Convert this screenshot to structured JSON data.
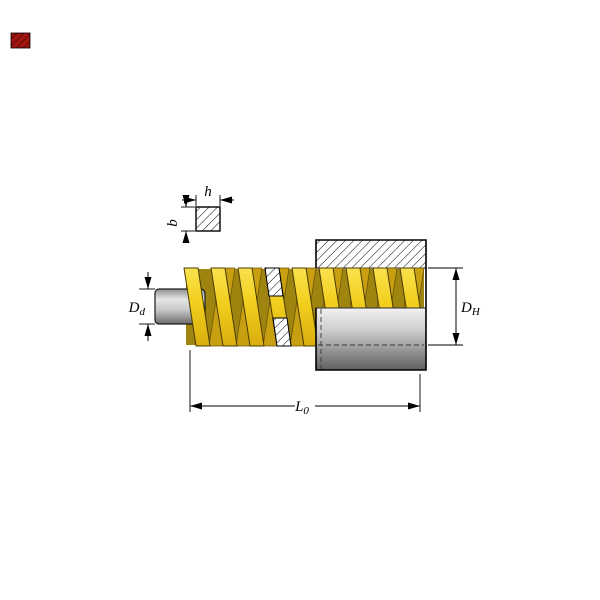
{
  "labels": {
    "h": "h",
    "b": "b",
    "Dd_main": "D",
    "Dd_sub": "d",
    "DH_main": "D",
    "DH_sub": "H",
    "L0_main": "L",
    "L0_sub": "0"
  },
  "colors": {
    "spring_yellow": "#f2cf1e",
    "spring_back_yellow": "#c79f10",
    "spring_shadow": "#a08410",
    "steel_light": "#e6e6e6",
    "steel_dark": "#5f5f5f",
    "marker_red": "#a21511",
    "line_black": "#000000"
  }
}
